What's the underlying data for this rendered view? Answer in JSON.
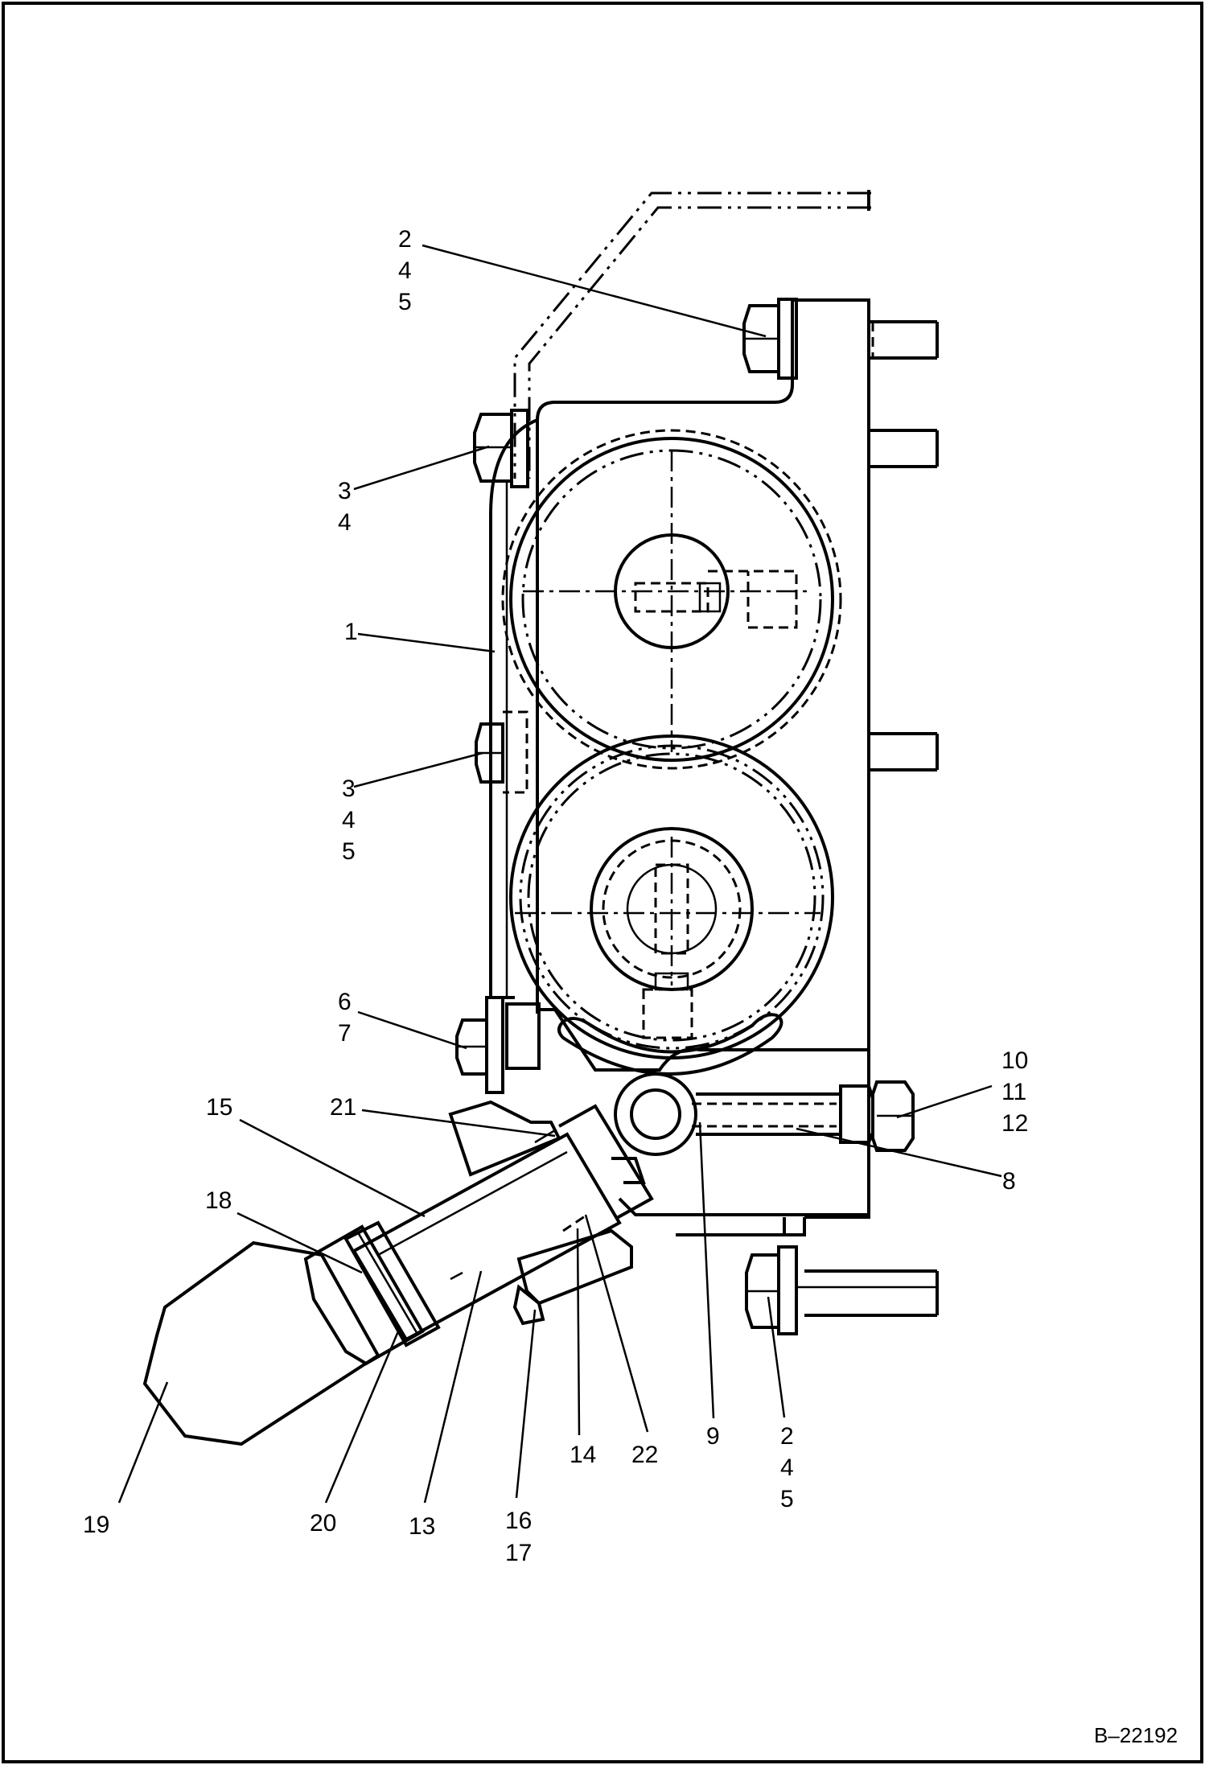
{
  "figure_number": "B–22192",
  "callouts": [
    {
      "lines": [
        "2",
        "4",
        "5"
      ]
    },
    {
      "lines": [
        "3",
        "4"
      ]
    },
    {
      "lines": [
        "1"
      ]
    },
    {
      "lines": [
        "3",
        "4",
        "5"
      ]
    },
    {
      "lines": [
        "6",
        "7"
      ]
    },
    {
      "lines": [
        "10",
        "11",
        "12"
      ]
    },
    {
      "lines": [
        "8"
      ]
    },
    {
      "lines": [
        "15"
      ]
    },
    {
      "lines": [
        "21"
      ]
    },
    {
      "lines": [
        "18"
      ]
    },
    {
      "lines": [
        "19"
      ]
    },
    {
      "lines": [
        "20"
      ]
    },
    {
      "lines": [
        "13"
      ]
    },
    {
      "lines": [
        "16",
        "17"
      ]
    },
    {
      "lines": [
        "14"
      ]
    },
    {
      "lines": [
        "22"
      ]
    },
    {
      "lines": [
        "9"
      ]
    },
    {
      "lines": [
        "2",
        "4",
        "5"
      ]
    }
  ]
}
